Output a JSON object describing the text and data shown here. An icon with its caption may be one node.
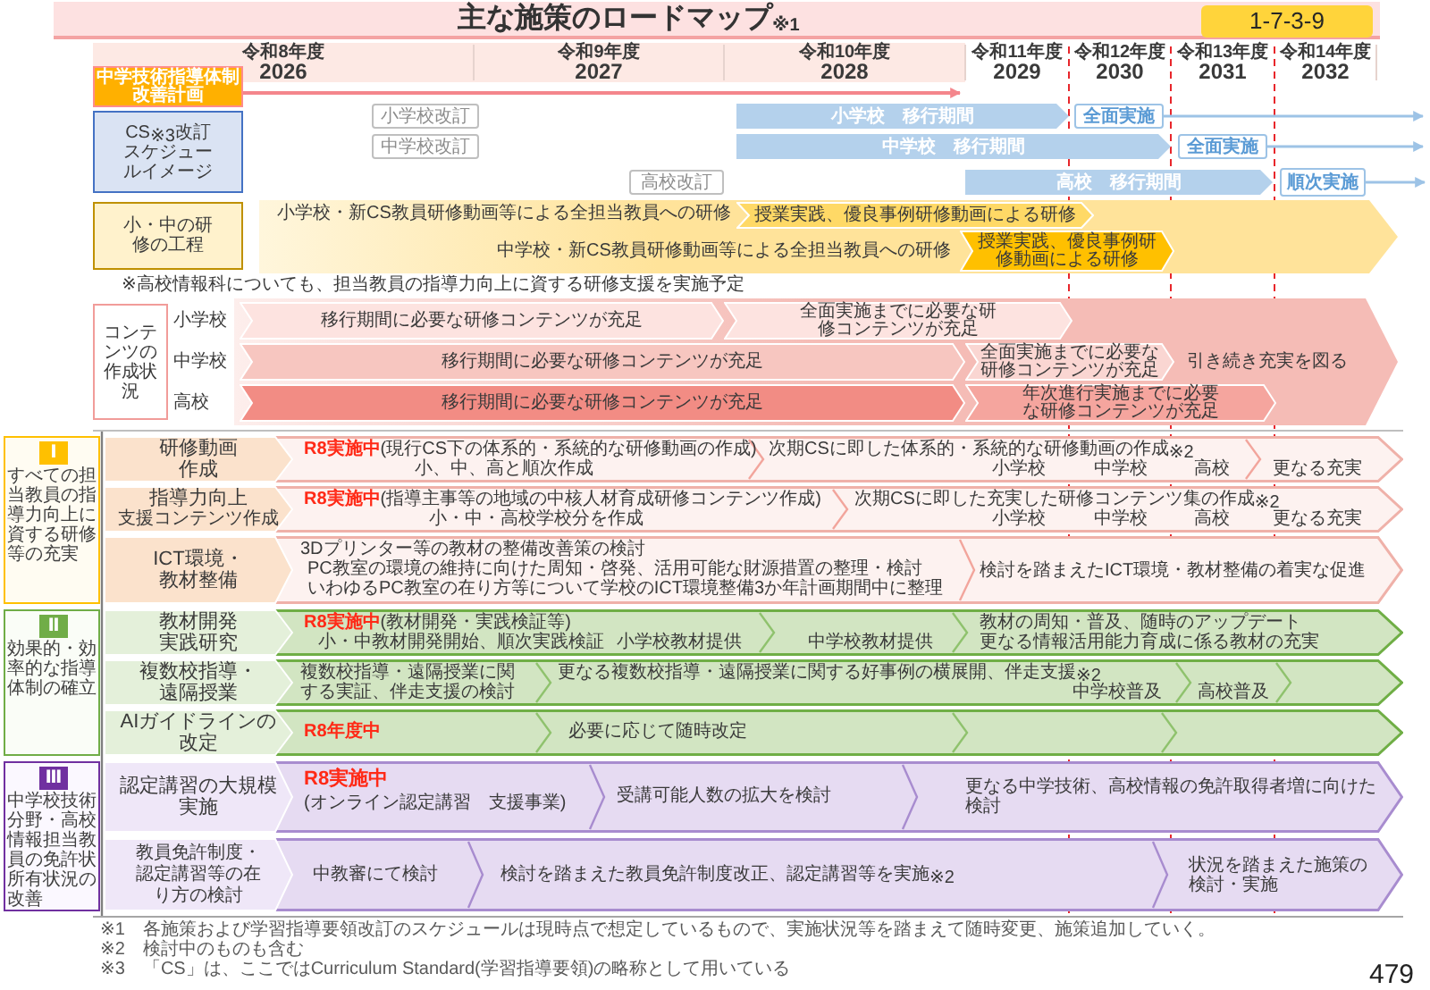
{
  "diagram": {
    "title": "主な施策のロードマップ$_{※1}$",
    "nodes": [
      {
        "text": [
          "1-7-3-9"
        ]
      },
      {
        "text": [
          "中学技術指導体制改善計画"
        ]
      },
      {
        "text": [
          "CS$_{※3}$改訂スケジュールイメージ"
        ]
      },
      {
        "text": [
          "小学校改訂"
        ]
      },
      {
        "text": [
          "中学校改訂"
        ]
      },
      {
        "text": [
          "高校改訂"
        ]
      },
      {
        "text": [
          "小学校　移行期間"
        ]
      },
      {
        "text": [
          "全面実施"
        ]
      },
      {
        "text": [
          "中学校　移行期間"
        ]
      },
      {
        "text": [
          "全面実施"
        ]
      },
      {
        "text": [
          "高校　移行期間"
        ]
      },
      {
        "text": [
          "順次実施"
        ]
      },
      {
        "text": [
          "小・中の研修の工程"
        ]
      },
      {
        "text": [
          "小学校・新CS教員研修動画等による全担当教員への研修",
          "中学校・新CS教員研修動画等による全担当教員への研修"
        ]
      },
      {
        "text": [
          "授業実践、優良事例研修動画による研修"
        ],
        "in": 13
      },
      {
        "text": [
          "授業実践、優良事例研修動画による研修"
        ],
        "in": 13
      },
      {
        "text": [
          "コンテンツの作成状況"
        ]
      },
      {
        "text": [
          "引き続き充実を図る"
        ]
      },
      {
        "text": [
          "移行期間に必要な研修コンテンツが充足"
        ],
        "in": 17
      },
      {
        "text": [
          "全面実施までに必要な研修コンテンツが充足"
        ],
        "in": 17
      },
      {
        "text": [
          "移行期間に必要な研修コンテンツが充足"
        ],
        "in": 17
      },
      {
        "text": [
          "全面実施までに必要な研修コンテンツが充足"
        ],
        "in": 17
      },
      {
        "text": [
          "移行期間に必要な研修コンテンツが充足"
        ],
        "in": 17
      },
      {
        "text": [
          "年次進行実施までに必要な研修コンテンツが充足"
        ],
        "in": 17
      },
      {
        "text": [
          "すべての担当教員の指導力向上に資する研修等の充実"
        ]
      },
      {
        "text": [
          "Ⅰ"
        ],
        "in": 24
      },
      {
        "text": [
          "**R8実施中**(現行CS下の体系的・系統的な研修動画の作成)",
          "小、中、高と順次作成",
          "次期CSに即した体系的・系統的な研修動画の作成$_{※2}$",
          "小学校",
          "中学校",
          "高校",
          "更なる充実"
        ]
      },
      {
        "text": [
          "研修動画作成"
        ],
        "in": 26
      },
      {
        "text": [
          "**R8実施中**(指導主事等の地域の中核人材育成研修コンテンツ作成)",
          "小・中・高校学校分を作成",
          "次期CSに即した充実した研修コンテンツ集の作成$_{※2}$",
          "小学校",
          "中学校",
          "高校",
          "更なる充実"
        ]
      },
      {
        "text": [
          "指導力向上",
          "支援コンテンツ作成"
        ],
        "in": 28
      },
      {
        "text": [
          "3Dプリンター等の教材の整備改善策の検討",
          "PC教室の環境の維持に向けた周知・啓発、活用可能な財源措置の整理・検討",
          "いわゆるPC教室の在り方等について学校のICT環境整備3か年計画期間中に整理",
          "検討を踏まえたICT環境・教材整備の着実な促進"
        ]
      },
      {
        "text": [
          "ICT環境・教材整備"
        ],
        "in": 30
      },
      {
        "text": [
          "効果的・効率的な指導体制の確立"
        ]
      },
      {
        "text": [
          "Ⅱ"
        ],
        "in": 32
      },
      {
        "text": [
          "**R8実施中**(教材開発・実践検証等)",
          "小・中教材開発開始、順次実践検証",
          "小学校教材提供",
          "中学校教材提供",
          "教材の周知・普及、随時のアップデート",
          "更なる情報活用能力育成に係る教材の充実"
        ]
      },
      {
        "text": [
          "教材開発実践研究"
        ],
        "in": 34
      },
      {
        "text": [
          "複数校指導・遠隔授業に関する実証、伴走支援の検討",
          "更なる複数校指導・遠隔授業に関する好事例の横展開、伴走支援$_{※2}$",
          "中学校普及",
          "高校普及"
        ]
      },
      {
        "text": [
          "複数校指導・遠隔授業"
        ],
        "in": 36
      },
      {
        "text": [
          "R8年度中",
          "必要に応じて随時改定"
        ]
      },
      {
        "text": [
          "AIガイドラインの改定"
        ],
        "in": 38
      },
      {
        "text": [
          "中学校技術分野・高校情報担当教員の免許状所有状況の改善"
        ]
      },
      {
        "text": [
          "Ⅲ"
        ],
        "in": 40
      },
      {
        "text": [
          "R8実施中",
          "(オンライン認定講習　支援事業)",
          "受講可能人数の拡大を検討",
          "更なる中学技術、高校情報の免許取得者増に向けた検討"
        ]
      },
      {
        "text": [
          "認定講習の大規模実施"
        ],
        "in": 42
      },
      {
        "text": [
          "中教審にて検討",
          "検討を踏まえた教員免許制度改正、認定講習等を実施$_{※2}$",
          "状況を踏まえた施策の検討・実施"
        ]
      },
      {
        "text": [
          "教員免許制度・認定講習等の在り方の検討"
        ],
        "in": 44
      }
    ],
    "edges": [
      {
        "from": 7,
        "to": null,
        "arrow": "to"
      },
      {
        "from": 9,
        "to": null,
        "arrow": "to"
      },
      {
        "from": 11,
        "to": null,
        "arrow": "to"
      }
    ],
    "labels": [
      "令和8年度",
      "2026",
      "令和9年度",
      "2027",
      "令和10年度",
      "2028",
      "令和11年度",
      "2029",
      "令和12年度",
      "2030",
      "令和13年度",
      "2031",
      "令和14年度",
      "2032",
      "※高校情報科についても、担当教員の指導力向上に資する研修支援を実施予定",
      "小学校",
      "中学校",
      "高校",
      "※1　各施策および学習指導要領改訂のスケジュールは現時点で想定しているもので、実施状況等を踏まえて随時変更、施策追加していく。",
      "※2　検討中のものも含む",
      "※3　「CS」は、ここではCurriculum Standard(学習指導要領)の略称として用いている",
      "479"
    ]
  }
}
